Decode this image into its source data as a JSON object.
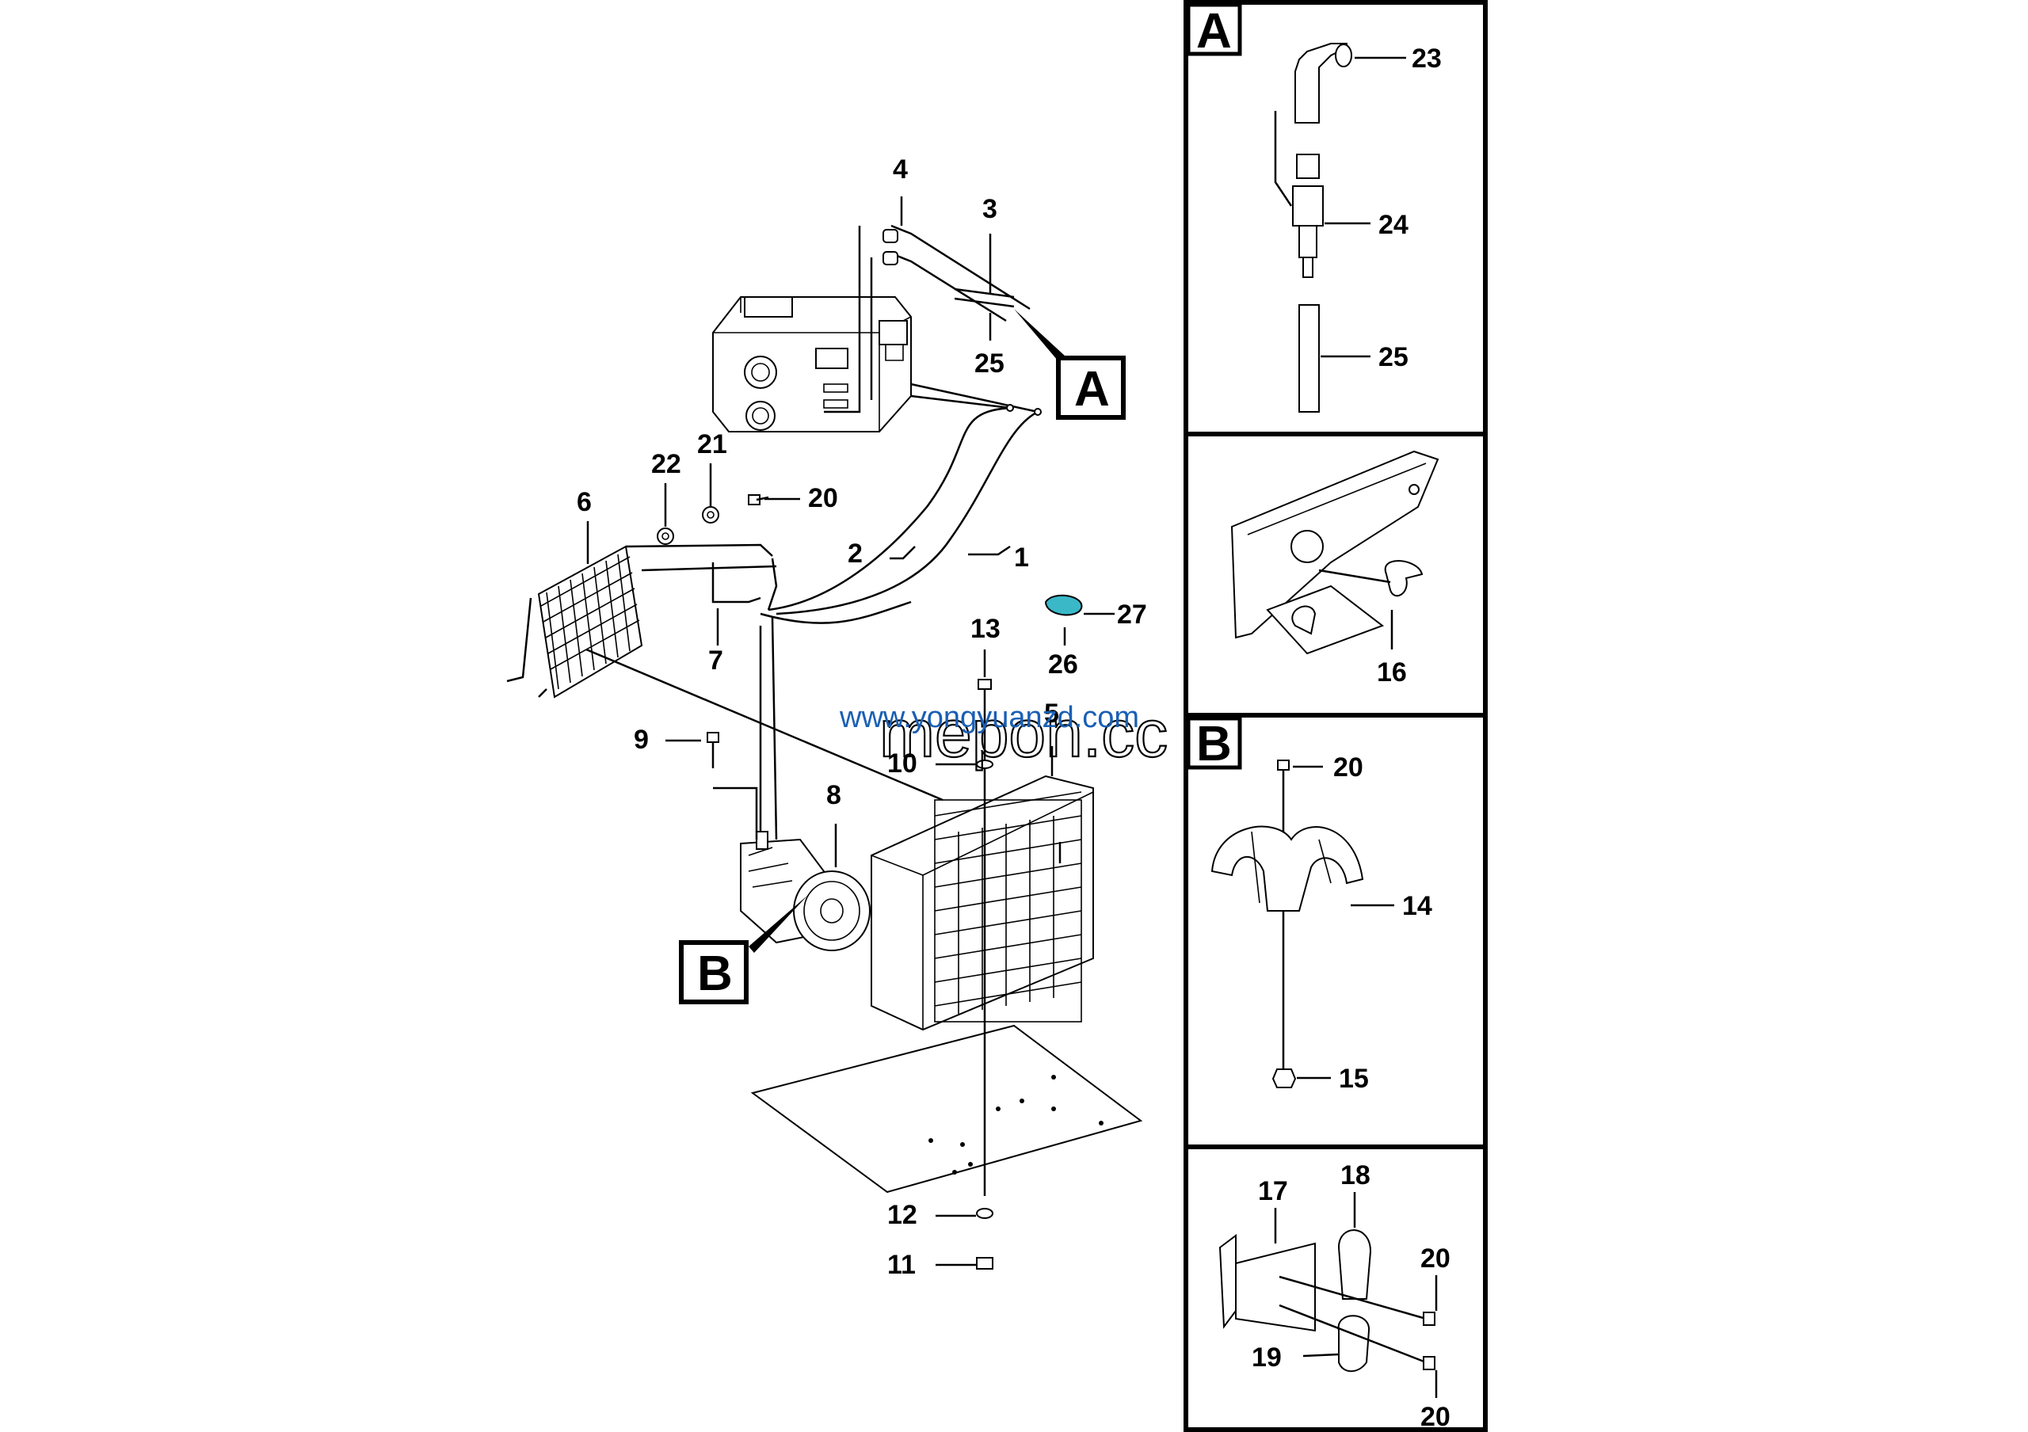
{
  "callouts": {
    "c1": "1",
    "c2": "2",
    "c3": "3",
    "c4": "4",
    "c5": "5",
    "c6": "6",
    "c7": "7",
    "c8": "8",
    "c9": "9",
    "c10": "10",
    "c11": "11",
    "c12": "12",
    "c13": "13",
    "c20": "20",
    "c21": "21",
    "c22": "22",
    "c25": "25",
    "c26": "26",
    "c27": "27"
  },
  "detail_tags": {
    "main_a": "A",
    "main_b": "B",
    "panel_a": "A",
    "panel_b": "B"
  },
  "panel_a": {
    "c23": "23",
    "c24": "24",
    "c25": "25"
  },
  "panel_2": {
    "c16": "16"
  },
  "panel_b": {
    "c20": "20",
    "c14": "14",
    "c15": "15"
  },
  "panel_4": {
    "c17": "17",
    "c18": "18",
    "c20_top": "20",
    "c19": "19",
    "c20_bottom": "20"
  },
  "watermarks": {
    "line1": "www.yongyuanzd.com",
    "line2": "mepon.cc"
  },
  "colors": {
    "ink": "#000000",
    "paper": "#ffffff",
    "highlight_part": "#3ab8c8",
    "watermark": "#1a5fb4"
  }
}
